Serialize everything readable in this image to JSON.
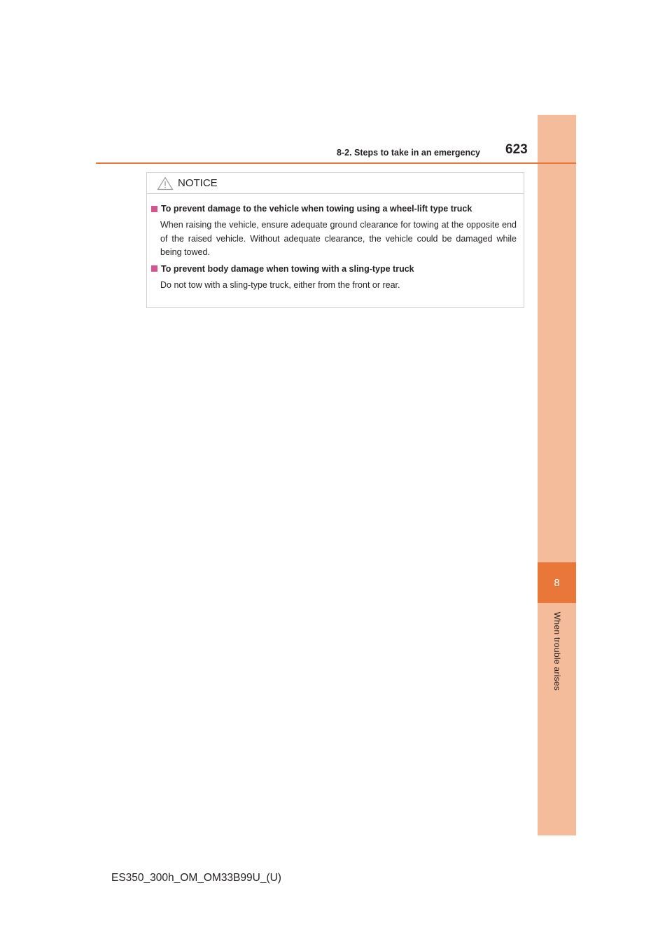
{
  "header": {
    "section": "8-2. Steps to take in an emergency",
    "page_number": "623"
  },
  "side_tab": {
    "chapter_number": "8",
    "chapter_title": "When trouble arises"
  },
  "notice": {
    "label": "NOTICE",
    "icon": "warning-triangle-icon",
    "items": [
      {
        "title": "To prevent damage to the vehicle when towing using a wheel-lift type truck",
        "text": "When raising the vehicle, ensure adequate ground clearance for towing at the opposite end of the raised vehicle. Without adequate clearance, the vehicle could be damaged while being towed."
      },
      {
        "title": "To prevent body damage when towing with a sling-type truck",
        "text": "Do not tow with a sling-type truck, either from the front or rear."
      }
    ]
  },
  "footer": {
    "code": "ES350_300h_OM_OM33B99U_(U)"
  },
  "colors": {
    "accent_orange": "#e9773a",
    "tab_peach": "#f4bc9a",
    "bullet_pink": "#d6548e"
  }
}
